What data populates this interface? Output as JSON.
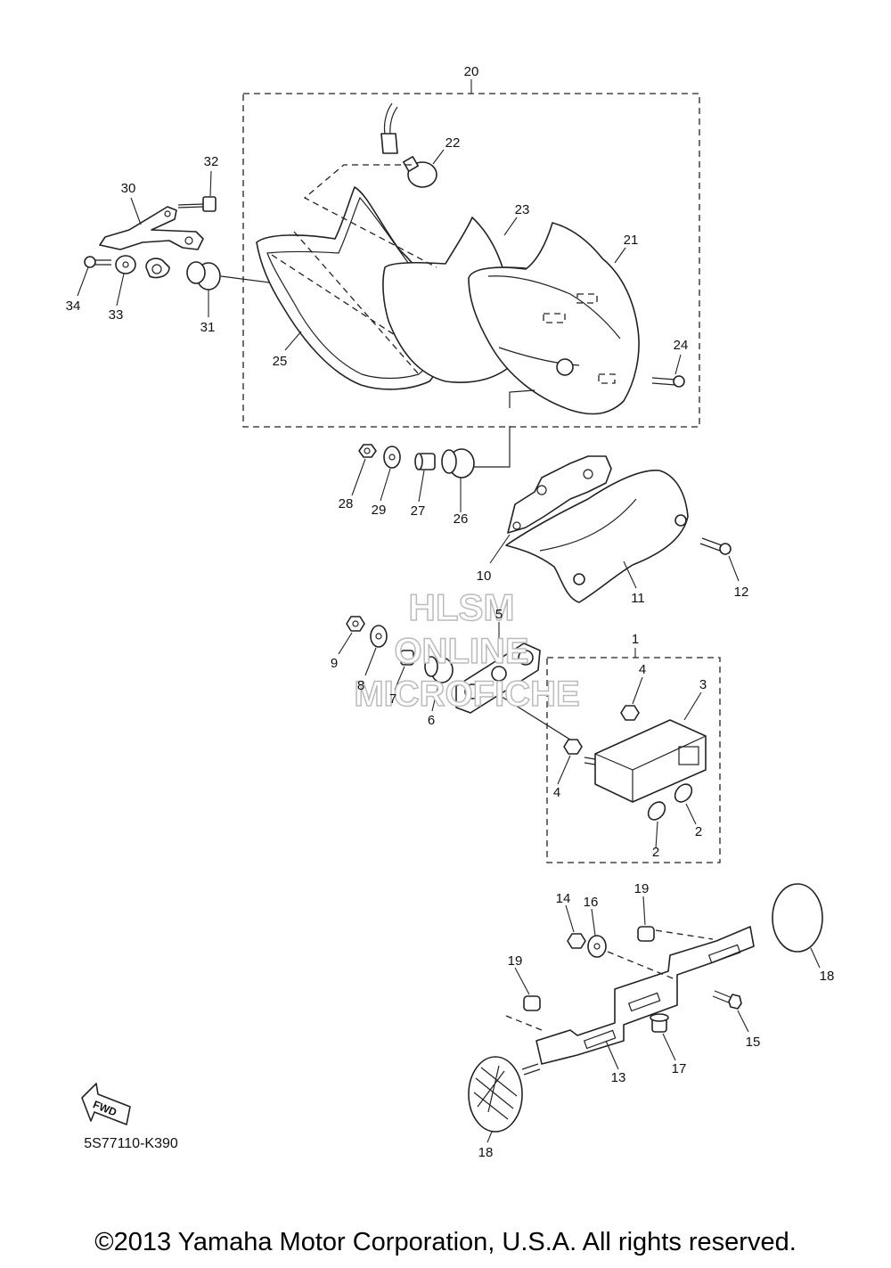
{
  "diagram_code": "5S77110-K390",
  "direction_label": "FWD",
  "watermark": [
    "HLSM",
    "ONLINE",
    "MICROFICHE"
  ],
  "copyright": "©2013 Yamaha Motor Corporation, U.S.A. All rights reserved.",
  "callouts": {
    "p1": "1",
    "p2a": "2",
    "p2b": "2",
    "p3": "3",
    "p4a": "4",
    "p4b": "4",
    "p5": "5",
    "p6": "6",
    "p7": "7",
    "p8": "8",
    "p9": "9",
    "p10": "10",
    "p11": "11",
    "p12": "12",
    "p13": "13",
    "p14": "14",
    "p15": "15",
    "p16": "16",
    "p17": "17",
    "p18a": "18",
    "p18b": "18",
    "p19a": "19",
    "p19b": "19",
    "p20": "20",
    "p21": "21",
    "p22": "22",
    "p23": "23",
    "p24": "24",
    "p25": "25",
    "p26": "26",
    "p27": "27",
    "p28": "28",
    "p29": "29",
    "p30": "30",
    "p31": "31",
    "p32": "32",
    "p33": "33",
    "p34": "34"
  }
}
